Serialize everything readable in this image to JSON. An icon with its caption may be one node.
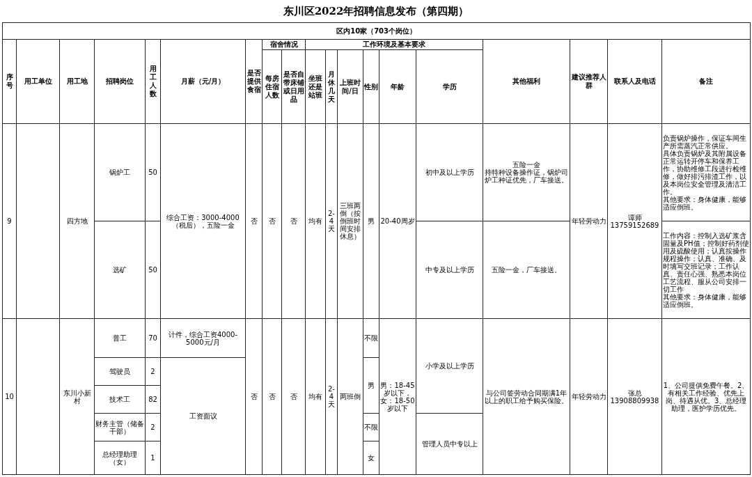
{
  "diagram": {
    "title": "东川区2022年招聘信息发布（第四期）",
    "labels": [
      "区内10家（703个岗位）",
      "序号",
      "用工单位",
      "用工地",
      "招聘岗位",
      "用工人数",
      "月薪（元/月）",
      "是否提供食宿",
      "宿舍情况",
      "工作环境及基本要求",
      "其他福利",
      "建议推荐人群",
      "联系人及电话",
      "备注",
      "每房住宿人数",
      "是否自带床铺或日用品",
      "坐班还是站班",
      "月休几天",
      "上班时间/日",
      "性别",
      "年龄",
      "学历",
      "9",
      "四方地",
      "锅炉工",
      "50",
      "综合工资：3000-4000（税后），五险一金",
      "否",
      "否",
      "否",
      "均有",
      "2-4天",
      "三班两倒（按倒班时间安排休息）",
      "男",
      "20-40周岁",
      "初中及以上学历",
      "五险一金",
      "持特种设备操作证，锅炉司炉工种证优先，厂车接送。",
      "年轻劳动力",
      "谭师",
      "13759152689",
      "负责锅炉操作，保证车间生产所需蒸汽正常供应。",
      "具体负责锅炉及其附属设备正常运转开停车和保养工作，协助维修工段进行检维修，做好排污排渣工作，以及本岗位安全管理及清洁工作。",
      "其他要求：身体健康，能够适应倒班。",
      "选矿",
      "50",
      "中专及以上学历",
      "五险一金，厂车接送。",
      "工作内容：控制入选矿浆含固量及PH值；控制好药剂使用及硫酸使用；认真按操作规程操作；认真、准确、及时填写交班记录；工作认真、责任心强、熟悉本岗位工艺流程、服从公司安排一切工作",
      "其他要求：身体健康，能够适应倒班。",
      "10",
      "东川小新村",
      "普工",
      "70",
      "计件，综合工资4000-5000元/月",
      "否",
      "否",
      "否",
      "均有",
      "2-4天",
      "两班倒",
      "不限",
      "男：18-45岁以下，女：18-50岁以下",
      "小学及以上学历",
      "与公司签劳动合同期满1年以上的职工给予购买保险。",
      "年轻劳动力",
      "张总",
      "13908809938",
      "1、公司提供免费午餐。2、有相关工作经验、优先上岗、待遇从优。3、总经理助理，医护学历优先。",
      "驾驶员",
      "2",
      "工资面议",
      "男",
      "技术工",
      "82",
      "财务主管（储备干部）",
      "2",
      "不限",
      "管理人员中专以上",
      "总经理助理（女）",
      "1",
      "女"
    ]
  }
}
